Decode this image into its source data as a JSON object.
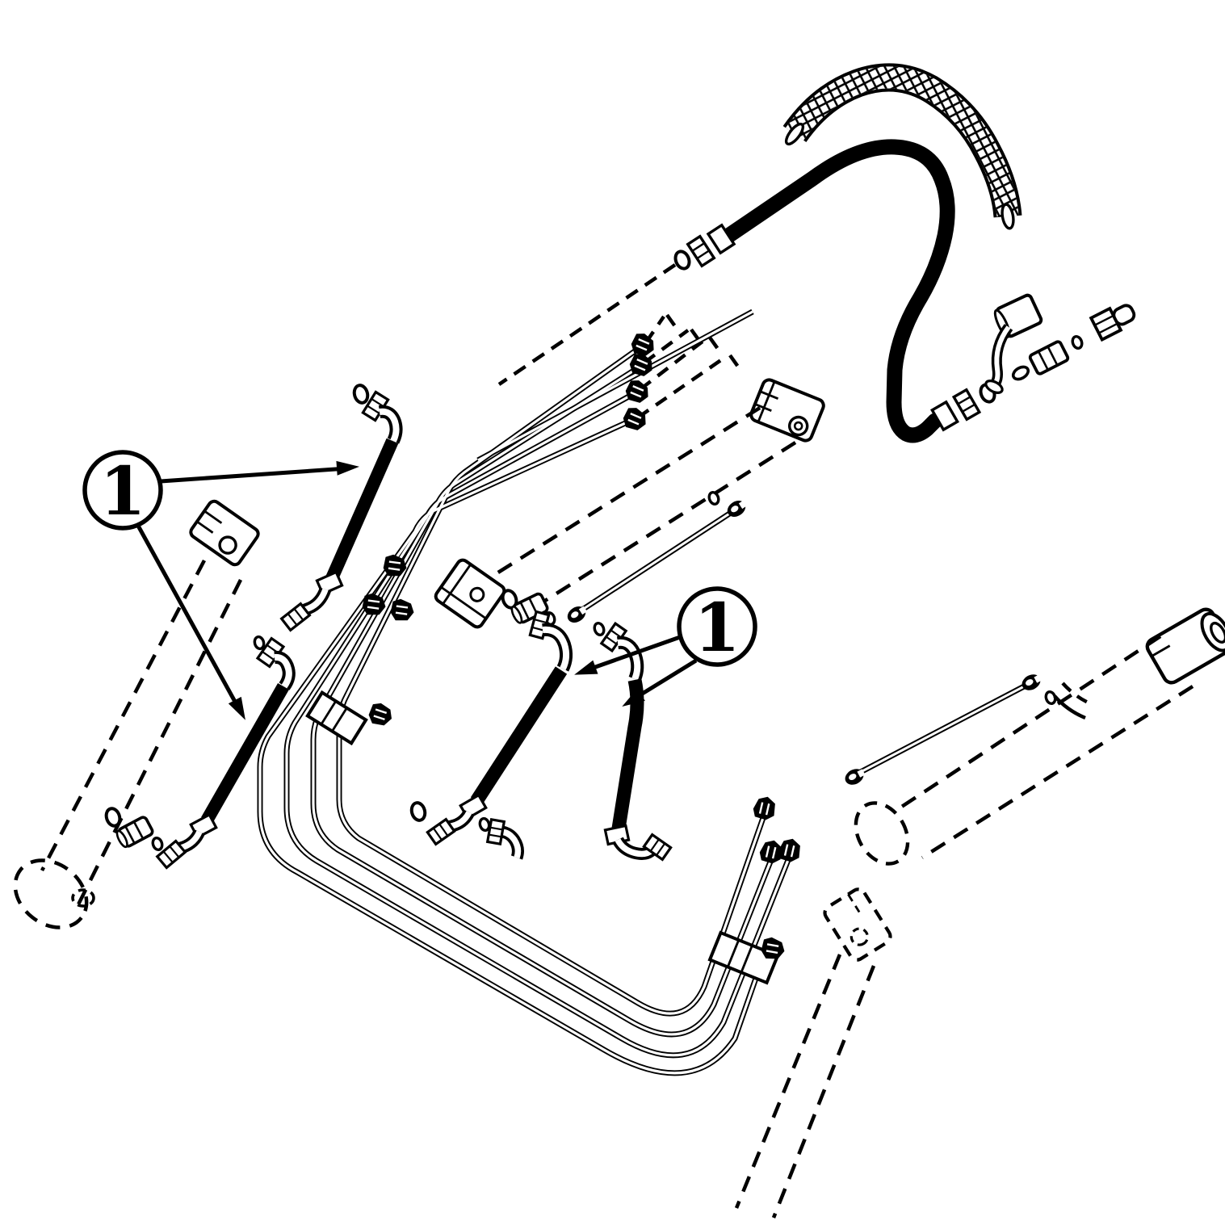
{
  "figure": {
    "type": "exploded-parts-diagram",
    "subject": "loader hydraulic hose and tube line assembly",
    "background_color": "#ffffff",
    "line_color": "#000000"
  },
  "callouts": {
    "left": {
      "label": "1",
      "targets": [
        "upper-left-hose",
        "lower-left-hose"
      ]
    },
    "middle": {
      "label": "1",
      "targets": [
        "center-hose-a",
        "center-hose-b"
      ]
    }
  },
  "parts_depicted": [
    "braided-sleeve",
    "main-curved-hose",
    "hose-end-fittings",
    "o-rings",
    "hex-nipple-connectors",
    "elbow-fittings",
    "steel-tube-bundle",
    "tube-union-nuts",
    "tube-clamps",
    "grease-line-rod-left",
    "grease-line-rod-right",
    "hydraulic-cylinder-phantom-left",
    "hydraulic-cylinder-phantom-center",
    "hydraulic-cylinder-phantom-right",
    "cylinder-rod-clevis-phantom-bottom"
  ]
}
